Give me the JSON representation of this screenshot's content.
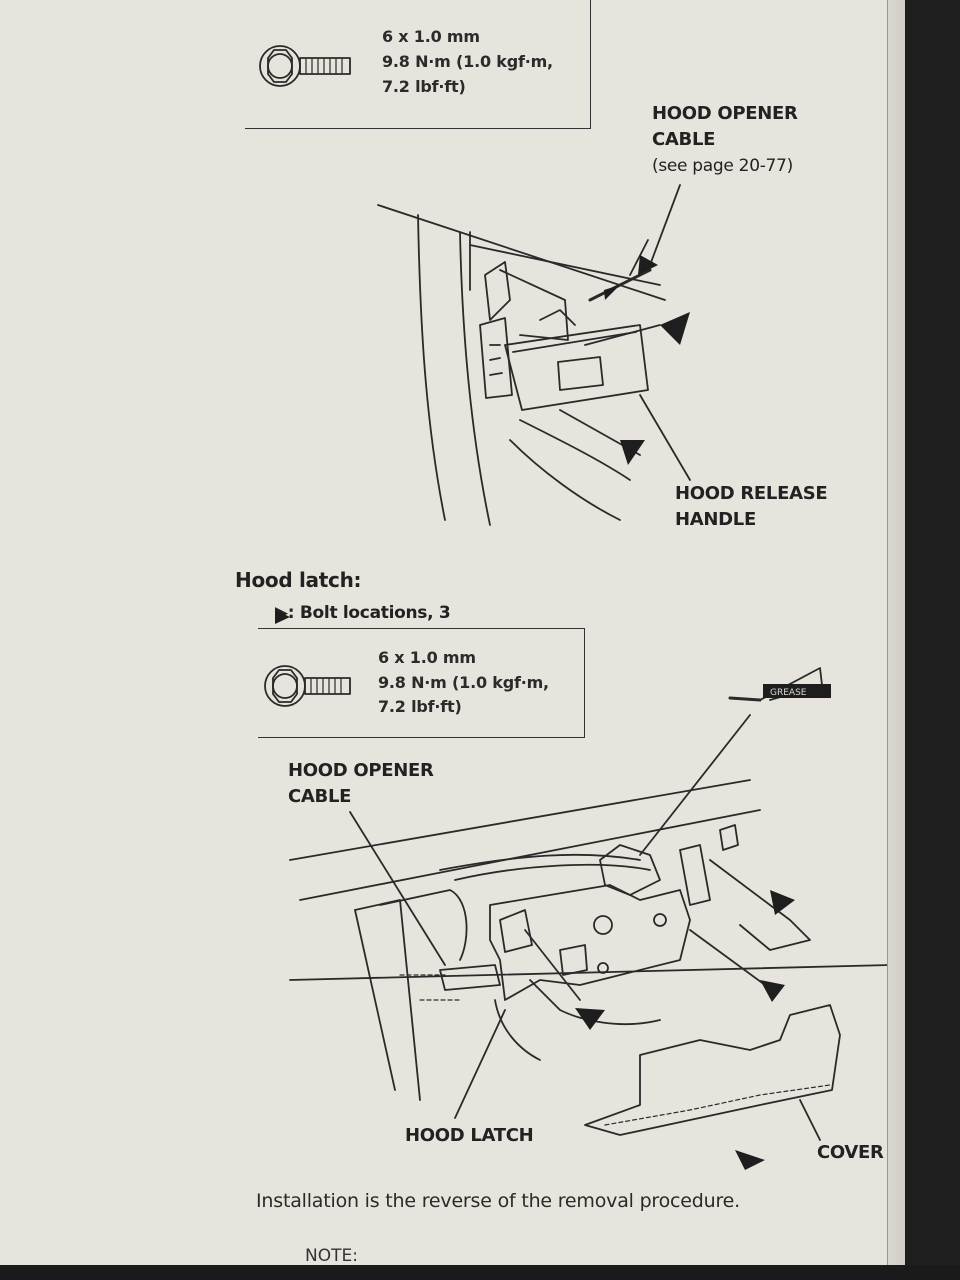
{
  "top_spec": {
    "size": "6 x 1.0 mm",
    "torque": "9.8 N·m (1.0 kgf·m,",
    "torque_ft": "7.2 lbf·ft)"
  },
  "release_handle_diagram": {
    "opener_cable_line1": "HOOD OPENER",
    "opener_cable_line2": "CABLE",
    "opener_cable_ref": "(see page 20-77)",
    "handle_line1": "HOOD RELEASE",
    "handle_line2": "HANDLE"
  },
  "hood_latch_section": {
    "heading": "Hood latch:",
    "bolt_legend": "▶: Bolt locations, 3",
    "spec_size": "6 x 1.0 mm",
    "spec_torque": "9.8 N·m (1.0 kgf·m,",
    "spec_torque_ft": "7.2 lbf·ft)",
    "opener_cable_line1": "HOOD OPENER",
    "opener_cable_line2": "CABLE",
    "grease_label": "GREASE",
    "latch_label": "HOOD LATCH",
    "cover_label": "COVER"
  },
  "instruction": "Installation is the reverse of the removal procedure.",
  "note": "NOTE:"
}
